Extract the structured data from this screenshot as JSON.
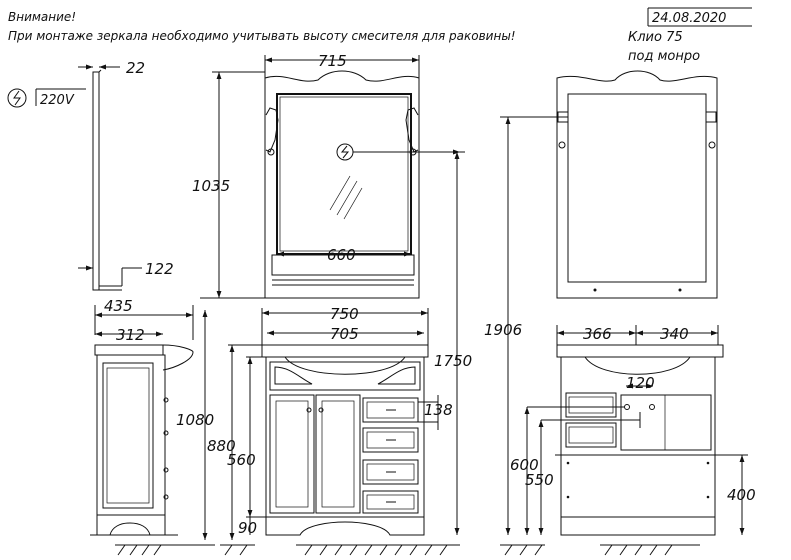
{
  "notes": {
    "line1": "Внимание!",
    "line2": "При монтаже зеркала необходимо учитывать высоту смесителя для раковины!"
  },
  "stamp": {
    "date": "24.08.2020",
    "line1": "Клио 75",
    "line2": "под монро"
  },
  "power": {
    "icon": "socket-icon",
    "voltage": "220V"
  },
  "dimensions": {
    "mirror_depth": "22",
    "mirror_shelf_depth": "122",
    "mirror_width": "715",
    "mirror_height": "1035",
    "mirror_shelf_width": "660",
    "cabinet_depth_total": "435",
    "cabinet_depth": "312",
    "sink_width": "750",
    "cabinet_width": "705",
    "mirror_top_height": "1750",
    "drawer_dim": "138",
    "side_height_1080": "1080",
    "height_880": "880",
    "height_560": "560",
    "plinth_height": "90",
    "total_height": "1906",
    "offset_366": "366",
    "offset_340": "340",
    "offset_120": "120",
    "height_600": "600",
    "height_550": "550",
    "height_400": "400"
  }
}
